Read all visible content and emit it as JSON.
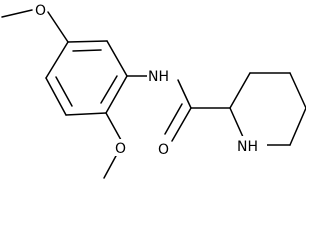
{
  "atom_labels": {
    "methoxy_top_oxygen": "O",
    "amide_nitrogen": "NH",
    "amide_oxygen": "O",
    "methoxy_bottom_oxygen": "O",
    "ring_nitrogen": "NH"
  },
  "colors": {
    "bond": "#000000",
    "label": "#000000",
    "background": "#ffffff"
  }
}
